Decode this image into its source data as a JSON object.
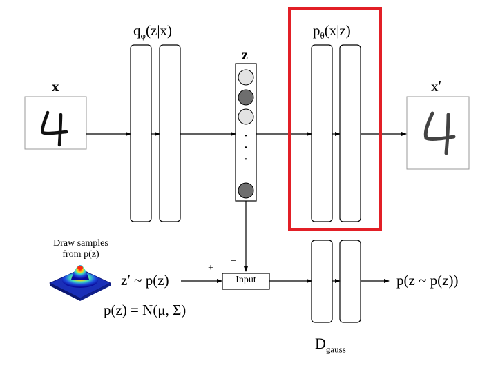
{
  "encoder": {
    "label_main": "q",
    "label_sub": "φ",
    "label_rest": "(z|x)"
  },
  "latent": {
    "label": "z",
    "dots": "·",
    "node_colors": [
      "#e3e3e3",
      "#6e6e6e",
      "#e3e3e3",
      "#6e6e6e"
    ]
  },
  "decoder": {
    "label_main": "p",
    "label_sub": "θ",
    "label_rest": "(x|z)",
    "highlight_color": "#e21f26"
  },
  "input_image": {
    "label": "x",
    "digit": "4"
  },
  "output_image": {
    "label": "x′",
    "digit": "4"
  },
  "prior": {
    "caption_line1": "Draw samples",
    "caption_line2": "from p(z)",
    "sample_label": "z′ ~ p(z)",
    "distribution": "p(z) = N(μ, Σ)"
  },
  "input_box": {
    "label": "Input",
    "plus": "+",
    "minus": "−"
  },
  "discriminator": {
    "label_main": "D",
    "label_sub": "gauss",
    "output": "p(z ~ p(z))"
  }
}
